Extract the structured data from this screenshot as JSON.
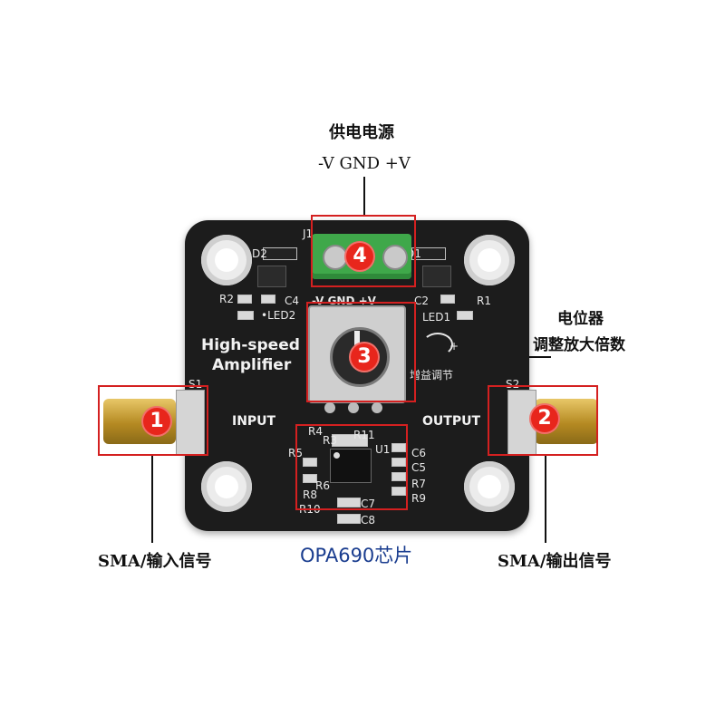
{
  "callouts": {
    "power_title": "供电电源",
    "power_pins": "-V GND +V",
    "potentiometer_line1": "电位器",
    "potentiometer_line2": "调整放大倍数",
    "sma_input": "SMA/输入信号",
    "sma_output": "SMA/输出信号",
    "chip": "OPA690芯片"
  },
  "badges": [
    "1",
    "2",
    "3",
    "4"
  ],
  "board": {
    "title_line1": "High-speed",
    "title_line2": "Amplifier",
    "input_label": "INPUT",
    "output_label": "OUTPUT",
    "gain_label": "增益调节",
    "power_silk": "-V GND +V",
    "silk": {
      "j1": "J1",
      "d1": "D1",
      "d2": "D2",
      "r1": "R1",
      "r2": "R2",
      "c2": "C2",
      "c4": "C4",
      "led1": "LED1",
      "led2": "•LED2",
      "r3": "R3",
      "r4": "R4",
      "r5": "R5",
      "r6": "R6",
      "r7": "R7",
      "r8": "R8",
      "r9": "R9",
      "r10": "R10",
      "r11": "R11",
      "c5": "C5",
      "c6": "C6",
      "c7": "C7",
      "c8": "C8",
      "u1": "U1",
      "s1": "S1",
      "s2": "S2"
    }
  },
  "colors": {
    "board": "#1c1c1c",
    "terminal": "#3fa84a",
    "sma_gold": "#c9a23c",
    "callout_box": "#d42020",
    "badge": "#e8261c",
    "chip_text": "#1a3d8f"
  }
}
